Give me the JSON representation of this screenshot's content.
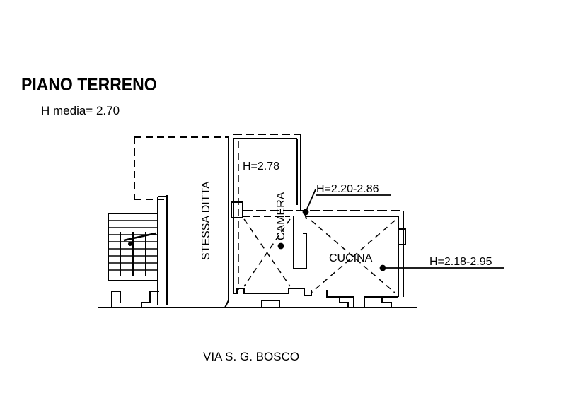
{
  "plan": {
    "title": "PIANO TERRENO",
    "subtitle": "H media= 2.70",
    "street": "VIA S. G. BOSCO",
    "labels": {
      "stessa_ditta": "STESSA DITTA",
      "camera": "CAMERA",
      "cucina": "CUCINA",
      "h_camera": "H=2.78",
      "h_passage": "H=2.20-2.86",
      "h_cucina": "H=2.18-2.95"
    }
  }
}
